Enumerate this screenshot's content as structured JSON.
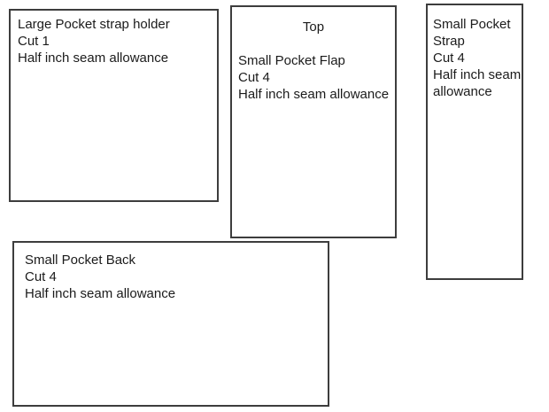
{
  "canvas": {
    "background": "#ffffff",
    "border_color": "#3d3d3d",
    "text_color": "#1b1b1b"
  },
  "boxes": {
    "large_pocket_strap_holder": {
      "lines": [
        "Large Pocket strap holder",
        "Cut 1",
        "Half inch seam allowance"
      ]
    },
    "small_pocket_flap": {
      "header": "Top",
      "lines": [
        "Small Pocket Flap",
        "Cut 4",
        "Half inch seam allowance"
      ]
    },
    "small_pocket_strap": {
      "lines": [
        "Small Pocket",
        "Strap",
        "Cut 4",
        "Half inch seam",
        "allowance"
      ]
    },
    "small_pocket_back": {
      "lines": [
        "Small Pocket Back",
        "Cut 4",
        "Half inch seam allowance"
      ]
    }
  }
}
